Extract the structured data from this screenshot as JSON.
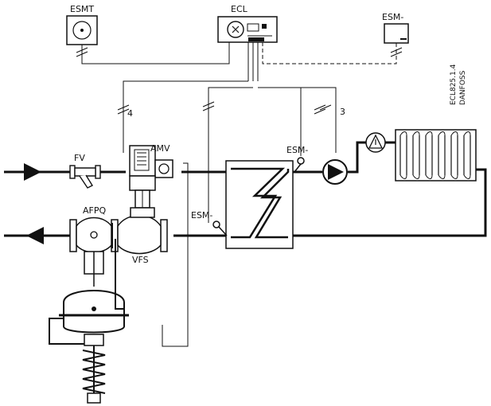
{
  "labels": {
    "esmt": "ESMT",
    "ecl": "ECL",
    "esm_top_right": "ESM-",
    "fv": "FV",
    "amv": "AMV",
    "afpq": "AFPQ",
    "vfs": "VFS",
    "esm_supply": "ESM-",
    "esm_return": "ESM-",
    "cable_4": "4",
    "cable_3": "3",
    "drawing_code": "ECL825.1.4",
    "maker": "DANFOSS"
  },
  "colors": {
    "line": "#111111",
    "background": "#ffffff"
  }
}
